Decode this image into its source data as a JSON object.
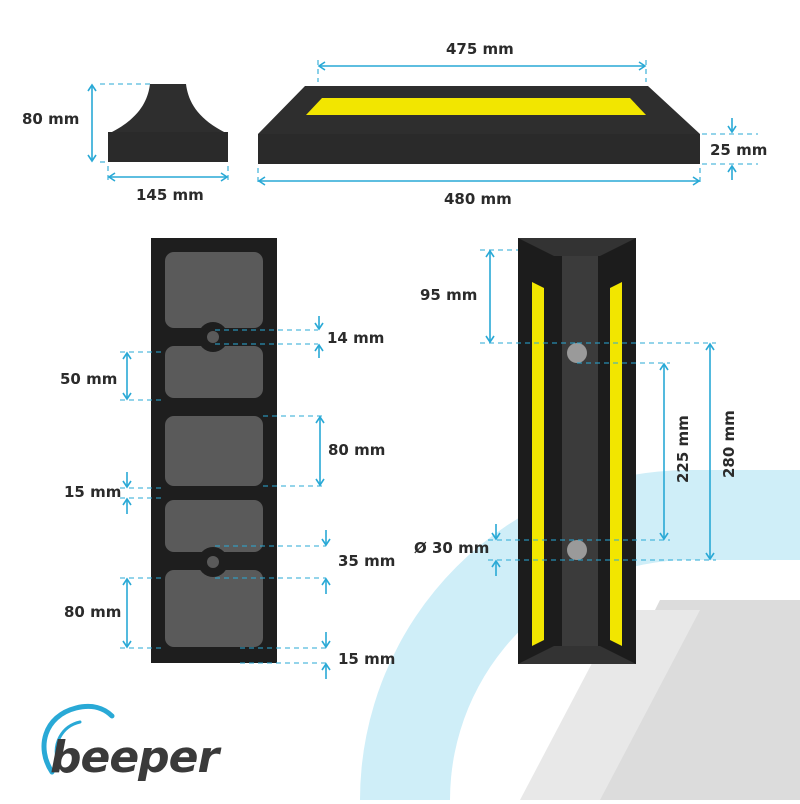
{
  "labels": {
    "top_width": "475 mm",
    "side_height": "80 mm",
    "side_width": "145 mm",
    "bottom_width": "480 mm",
    "base_height": "25 mm",
    "hole_gap_a": "14 mm",
    "block_a": "50 mm",
    "block_b": "80 mm",
    "gap_15_left": "15 mm",
    "hole_gap_b": "35 mm",
    "block_c": "80 mm",
    "gap_15_bottom": "15 mm",
    "top_offset": "95 mm",
    "hole_spacing": "225 mm",
    "total_span": "280 mm",
    "hole_diameter": "Ø 30 mm"
  },
  "brand": {
    "name": "beeper"
  },
  "colors": {
    "rubber": "#2e2e2e",
    "rubber_dark": "#1c1c1c",
    "stripe": "#f2e600",
    "pad": "#5a5a5a",
    "dimension": "#29a9d6",
    "watermark_cyan": "#cfeef8",
    "watermark_grey": "#d9d9d9"
  }
}
